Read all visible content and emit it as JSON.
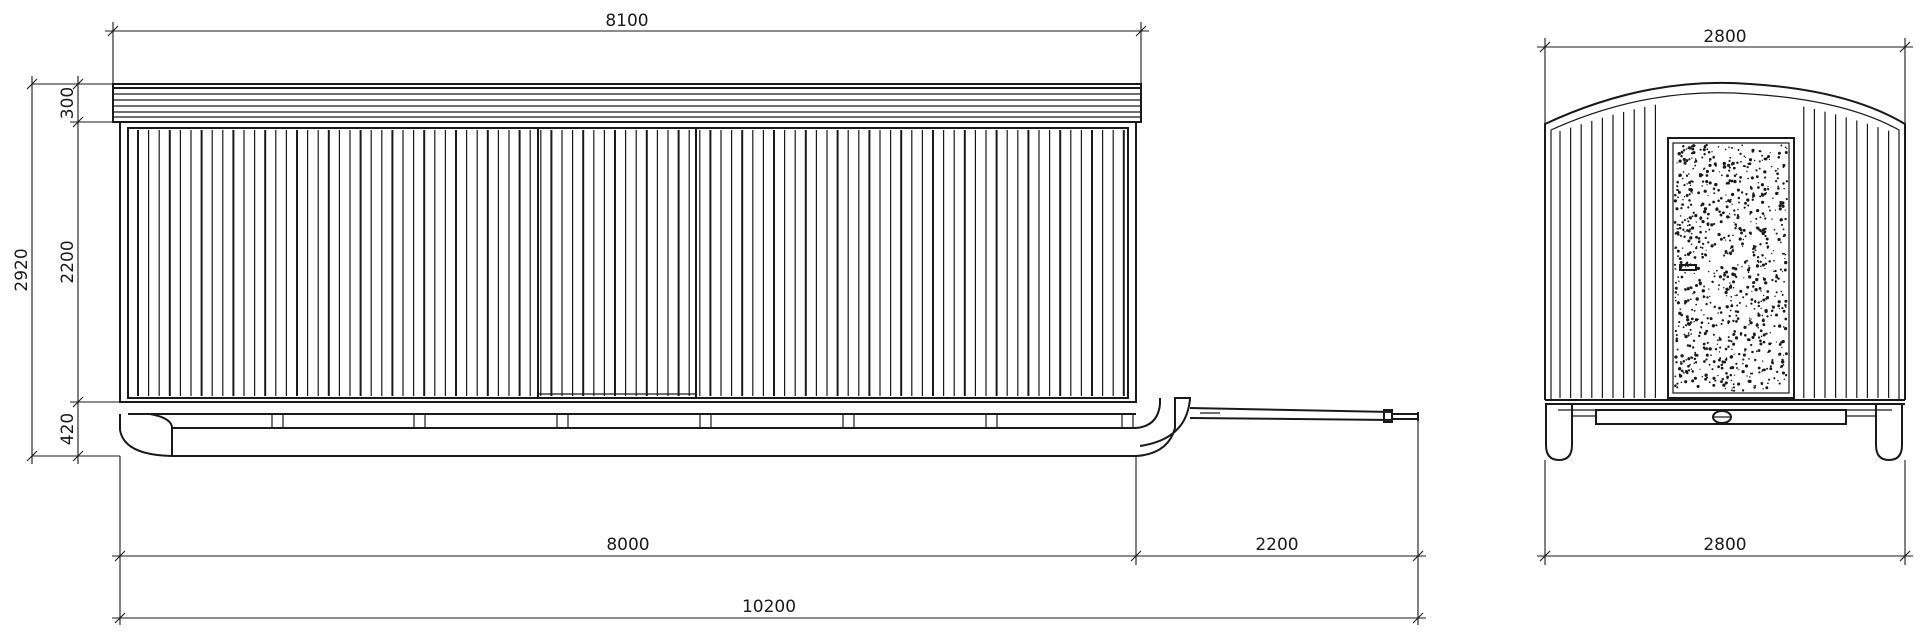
{
  "dimensions": {
    "roof_length": "8100",
    "total_height": "2920",
    "roof_height": "300",
    "wall_height": "2200",
    "sled_height": "420",
    "body_length": "8000",
    "towbar_length": "2200",
    "overall_length": "10200",
    "end_width_top": "2800",
    "end_width_bottom": "2800"
  },
  "colors": {
    "line": "#1a1a1a",
    "background": "#ffffff"
  }
}
